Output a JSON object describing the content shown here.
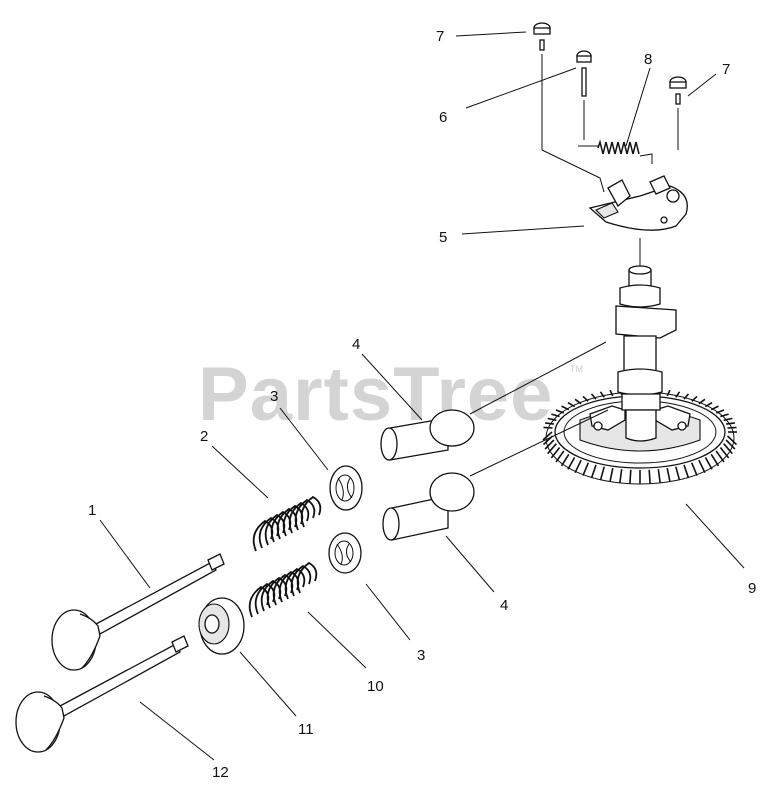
{
  "watermark": {
    "text": "PartsTree",
    "trademark": "TM"
  },
  "callouts": [
    {
      "id": "c1",
      "label": "1"
    },
    {
      "id": "c2",
      "label": "2"
    },
    {
      "id": "c3a",
      "label": "3"
    },
    {
      "id": "c3b",
      "label": "3"
    },
    {
      "id": "c4a",
      "label": "4"
    },
    {
      "id": "c4b",
      "label": "4"
    },
    {
      "id": "c5",
      "label": "5"
    },
    {
      "id": "c6",
      "label": "6"
    },
    {
      "id": "c7a",
      "label": "7"
    },
    {
      "id": "c7b",
      "label": "7"
    },
    {
      "id": "c8",
      "label": "8"
    },
    {
      "id": "c9",
      "label": "9"
    },
    {
      "id": "c10",
      "label": "10"
    },
    {
      "id": "c11",
      "label": "11"
    },
    {
      "id": "c12",
      "label": "12"
    }
  ]
}
